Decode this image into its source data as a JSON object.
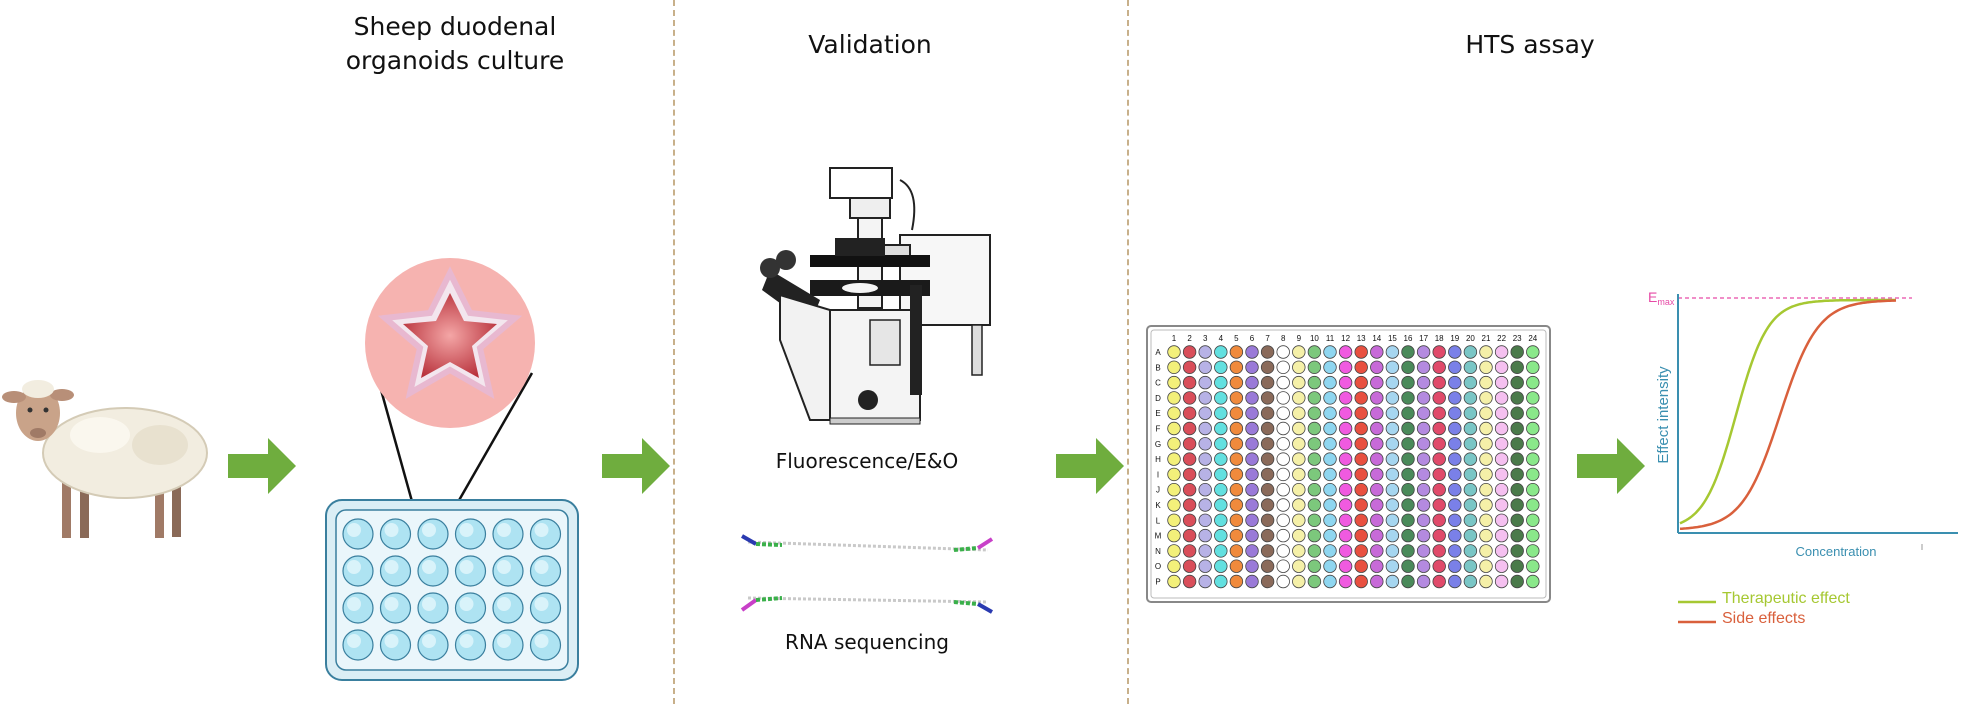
{
  "headings": {
    "culture_line1": "Sheep duodenal",
    "culture_line2": "organoids culture",
    "validation": "Validation",
    "hts": "HTS assay"
  },
  "validation": {
    "fluorescence_label": "Fluorescence/E&O",
    "rna_label": "RNA sequencing"
  },
  "plate384": {
    "columns": [
      "1",
      "2",
      "3",
      "4",
      "5",
      "6",
      "7",
      "8",
      "9",
      "10",
      "11",
      "12",
      "13",
      "14",
      "15",
      "16",
      "17",
      "18",
      "19",
      "20",
      "21",
      "22",
      "23",
      "24"
    ],
    "rows": [
      "A",
      "B",
      "C",
      "D",
      "E",
      "F",
      "G",
      "H",
      "I",
      "J",
      "K",
      "L",
      "M",
      "N",
      "O",
      "P"
    ],
    "column_colors": [
      "#f3f07a",
      "#d94e5a",
      "#b7b2e6",
      "#63e0e0",
      "#f08a3c",
      "#9a7ad8",
      "#8a6a5a",
      "#ffffff",
      "#f5f0a8",
      "#7cc87c",
      "#8fd6f0",
      "#f05ae0",
      "#e85040",
      "#c76ad8",
      "#a6d6f0",
      "#4a8a5a",
      "#b48ae0",
      "#e04a6a",
      "#7a80e8",
      "#7ac6c6",
      "#f5f0a8",
      "#f5c0f0",
      "#4a7a4a",
      "#8ae88a"
    ]
  },
  "graph": {
    "emax_label": "E",
    "emax_sub": "max",
    "y_axis_label": "Effect intensity",
    "x_axis_label": "Concentration",
    "legend": [
      {
        "label": "Therapeutic effect",
        "color": "#a6c832"
      },
      {
        "label": "Side effects",
        "color": "#d9603c"
      }
    ],
    "axis_color": "#3a8fb0",
    "emax_color": "#e64aa6"
  },
  "colors": {
    "arrow": "#6fad3e",
    "divider": "#c8b08a"
  }
}
